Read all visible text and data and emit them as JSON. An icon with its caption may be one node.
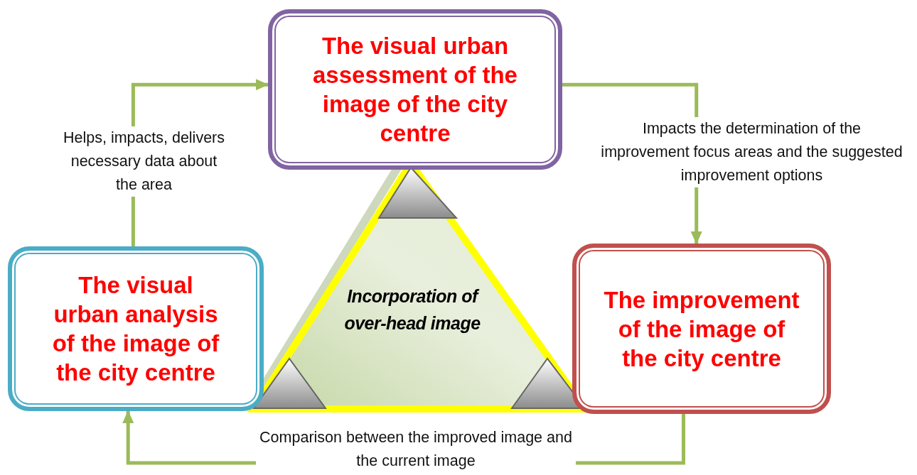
{
  "diagram": {
    "nodes": [
      {
        "text": [
          "The visual urban assessment of the image of the city centre"
        ]
      },
      {
        "text": [
          "The visual urban analysis of the image of the city centre"
        ]
      },
      {
        "text": [
          "The improvement of the image of the city centre"
        ]
      },
      {
        "text": [
          "Incorporation of over-head image"
        ]
      }
    ],
    "edges": [
      {
        "from": 1,
        "to": 0,
        "arrow": "to",
        "label": "Helps, impacts, delivers necessary data about the area"
      },
      {
        "from": 0,
        "to": 2,
        "arrow": "to",
        "label": "Impacts the determination of the improvement focus areas and the suggested improvement options"
      },
      {
        "from": 2,
        "to": 1,
        "arrow": "to",
        "label": "Comparison between the improved image and the current image"
      }
    ]
  }
}
